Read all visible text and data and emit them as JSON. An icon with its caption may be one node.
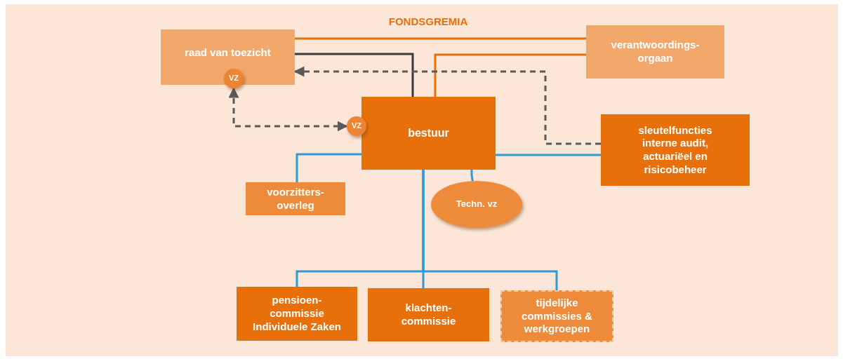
{
  "diagram": {
    "title": "FONDSGREMIA",
    "nodes": [
      {
        "text": [
          "raad van toezicht"
        ]
      },
      {
        "text": [
          "VZ"
        ]
      },
      {
        "text": [
          "verantwoordings- orgaan"
        ]
      },
      {
        "text": [
          "bestuur"
        ]
      },
      {
        "text": [
          "VZ"
        ]
      },
      {
        "text": [
          "sleutelfuncties interne audit, actuariëel en risicobeheer"
        ]
      },
      {
        "text": [
          "voorzitters- overleg"
        ]
      },
      {
        "text": [
          "Techn. vz"
        ]
      },
      {
        "text": [
          "pensioen- commissie Individuele Zaken"
        ]
      },
      {
        "text": [
          "klachten- commissie"
        ]
      },
      {
        "text": [
          "tijdelijke commissies & werkgroepen"
        ]
      }
    ],
    "edges": [
      {
        "from": 0,
        "to": 2,
        "arrow": "none",
        "color": "#e8700a"
      },
      {
        "from": 0,
        "to": 3,
        "arrow": "none",
        "color": "#3a3a3a"
      },
      {
        "from": 3,
        "to": 2,
        "arrow": "none",
        "color": "#e8700a"
      },
      {
        "from": 5,
        "to": 0,
        "arrow": "to",
        "style": "dashed",
        "color": "#595959"
      },
      {
        "from": 1,
        "to": 4,
        "arrow": "both",
        "style": "dashed",
        "color": "#595959"
      },
      {
        "from": 3,
        "to": 6,
        "arrow": "none"
      },
      {
        "from": 3,
        "to": 5,
        "arrow": "none"
      },
      {
        "from": 3,
        "to": 7,
        "arrow": "none"
      },
      {
        "from": 3,
        "to": 8,
        "arrow": "none"
      },
      {
        "from": 3,
        "to": 9,
        "arrow": "none"
      },
      {
        "from": 3,
        "to": 10,
        "arrow": "none"
      }
    ]
  }
}
